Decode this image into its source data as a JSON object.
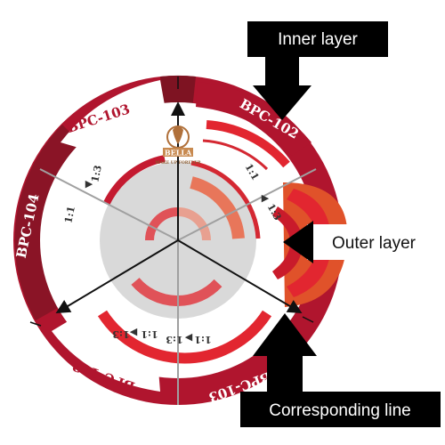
{
  "segments": [
    {
      "label": "BPC-103"
    },
    {
      "label": "BPC-102"
    },
    {
      "label": "BPC-104"
    },
    {
      "label": "BPC-102"
    },
    {
      "label": "BPC-103"
    }
  ],
  "ratios": [
    {
      "left": "1:1",
      "right": "1:3"
    },
    {
      "left": "1:1",
      "right": "1:3"
    },
    {
      "left": "1:1",
      "right": "1:3"
    },
    {
      "left": "1:1",
      "right": "1:3"
    }
  ],
  "logo": {
    "name": "BELLA",
    "tagline": "MAKE UP FOREVER"
  },
  "callouts": {
    "inner": "Inner layer",
    "outer": "Outer layer",
    "line": "Corresponding line"
  },
  "colors": {
    "ring_dark": "#b0152e",
    "ring_maroon": "#7e1322",
    "band_red": "#e22630",
    "band_orange": "#e8702a",
    "band_salmon": "#e8765a",
    "core_gray": "#d9d9d9"
  }
}
